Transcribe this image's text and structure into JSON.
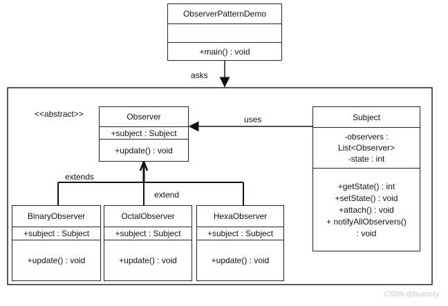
{
  "demo": {
    "name": "ObserverPatternDemo",
    "method": "+main()  : void"
  },
  "relations": {
    "asks": "asks",
    "uses": "uses",
    "extends": "extends",
    "extend": "extend"
  },
  "observer": {
    "stereotype": "<<abstract>>",
    "name": "Observer",
    "attribute": "+subject  : Subject",
    "method": "+update()  : void"
  },
  "subject": {
    "name": "Subject",
    "attributes": [
      "-observers  :",
      "List<Observer>",
      "-state : int"
    ],
    "methods": [
      "+getState()  : int",
      "+setState()  : void",
      "+attach()  : void",
      "+ notifyAllObservers()",
      ": void"
    ]
  },
  "binary": {
    "name": "BinaryObserver",
    "attribute": "+subject  : Subject",
    "method": "+update()  : void"
  },
  "octal": {
    "name": "OctalObserver",
    "attribute": "+subject  : Subject",
    "method": "+update()  : void"
  },
  "hexa": {
    "name": "HexaObserver",
    "attribute": "+subject  : Subject",
    "method": "+update()  : void"
  },
  "watermark": "CSDN @Byanzzy"
}
